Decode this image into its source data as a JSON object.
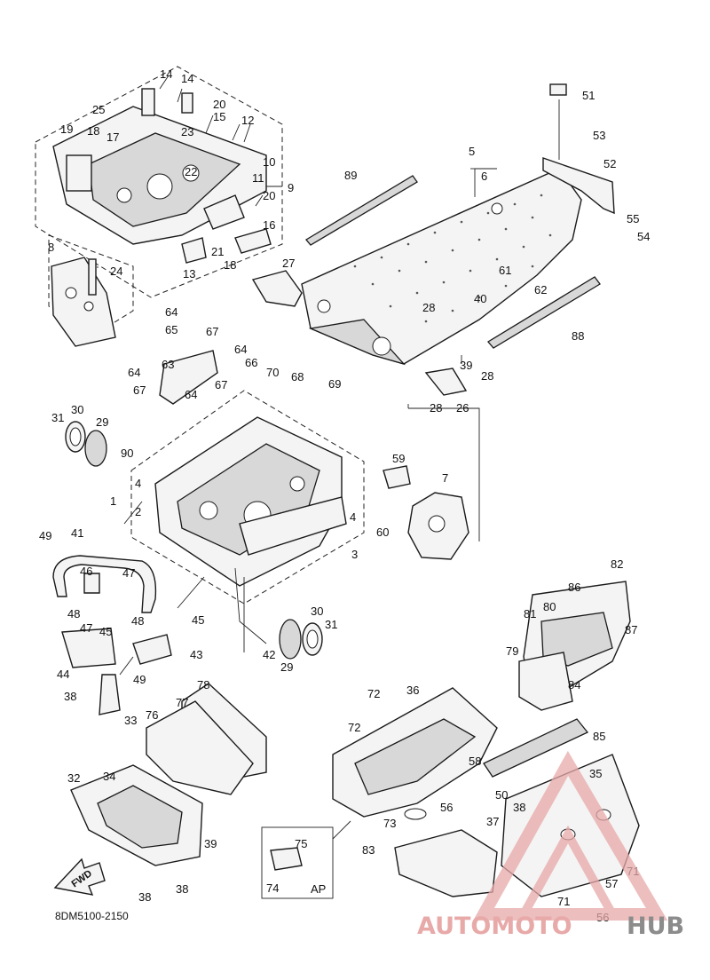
{
  "diagram_code": "8DM5100-2150",
  "direction_label": "FWD",
  "inset_label": "AP",
  "watermark": {
    "brand_part1": "AUTOMOTO",
    "brand_part2": "HUB",
    "accent_color": "#e8a9a9",
    "dark_color": "#8c8c8c"
  },
  "callouts": [
    "1",
    "2",
    "3",
    "4",
    "5",
    "6",
    "7",
    "8",
    "9",
    "10",
    "11",
    "12",
    "13",
    "14",
    "15",
    "16",
    "17",
    "18",
    "19",
    "20",
    "21",
    "22",
    "23",
    "24",
    "25",
    "26",
    "27",
    "28",
    "29",
    "30",
    "31",
    "32",
    "33",
    "34",
    "35",
    "36",
    "37",
    "38",
    "39",
    "40",
    "41",
    "42",
    "43",
    "44",
    "45",
    "46",
    "47",
    "48",
    "49",
    "50",
    "51",
    "52",
    "53",
    "54",
    "55",
    "56",
    "57",
    "58",
    "59",
    "60",
    "61",
    "62",
    "63",
    "64",
    "65",
    "66",
    "67",
    "68",
    "69",
    "70",
    "71",
    "72",
    "73",
    "74",
    "75",
    "76",
    "77",
    "78",
    "79",
    "80",
    "81",
    "82",
    "83",
    "84",
    "85",
    "86",
    "87",
    "88",
    "89",
    "90"
  ]
}
